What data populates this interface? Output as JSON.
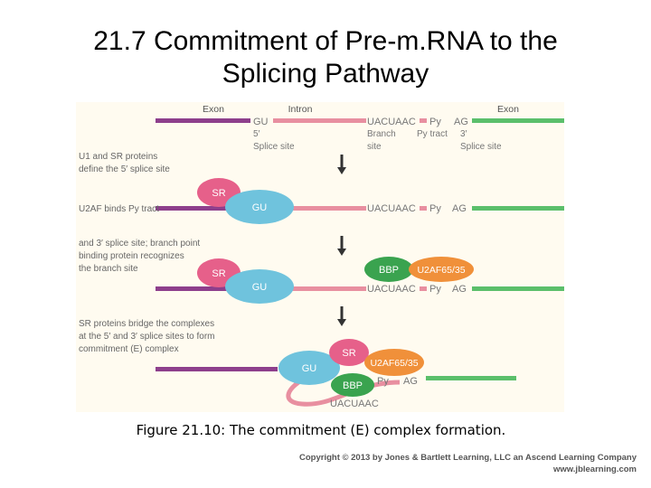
{
  "title": {
    "line1": "21.7  Commitment of Pre-m.RNA to the",
    "line2": "Splicing Pathway"
  },
  "caption": "Figure 21.10: The commitment (E) complex formation.",
  "copyright": {
    "line1": "Copyright © 2013 by Jones & Bartlett Learning, LLC an Ascend Learning Company",
    "line2": "www.jblearning.com"
  },
  "colors": {
    "exon1": "#8e3f8c",
    "intron": "#e88fa0",
    "exon2": "#5bbf6b",
    "sr": "#e6608a",
    "gu": "#6fc3dd",
    "bbp": "#3aa34f",
    "u2af": "#f0903a",
    "arrow": "#333333"
  },
  "diagram": {
    "row1": {
      "exon_left": "Exon",
      "intron": "Intron",
      "exon_right": "Exon",
      "gu": "GU",
      "gu_sub1": "5′",
      "gu_sub2": "Splice site",
      "branch_seq": "UACUAAC",
      "branch_sub1": "Branch",
      "branch_sub2": "site",
      "py": "Py",
      "py_sub": "Py tract",
      "ag": "AG",
      "ag_sub1": "3′",
      "ag_sub2": "Splice site"
    },
    "step1_text": [
      "U1 and SR proteins",
      "define the 5′ splice site"
    ],
    "row2": {
      "sr": "SR",
      "gu": "GU",
      "branch_seq": "UACUAAC",
      "py": "Py",
      "ag": "AG"
    },
    "step2_text": [
      "U2AF binds Py tract",
      "and 3′ splice site; branch point",
      "binding protein recognizes",
      "the branch site"
    ],
    "row3": {
      "sr": "SR",
      "gu": "GU",
      "bbp": "BBP",
      "u2af": "U2AF65/35",
      "branch_seq": "UACUAAC",
      "py": "Py",
      "ag": "AG"
    },
    "step3_text": [
      "SR proteins bridge the complexes",
      "at the 5′ and 3′ splice sites to form",
      "commitment (E) complex"
    ],
    "row4": {
      "sr": "SR",
      "gu": "GU",
      "u2af": "U2AF65/35",
      "bbp": "BBP",
      "py": "Py",
      "ag": "AG",
      "branch_seq": "UACUAAC"
    }
  }
}
